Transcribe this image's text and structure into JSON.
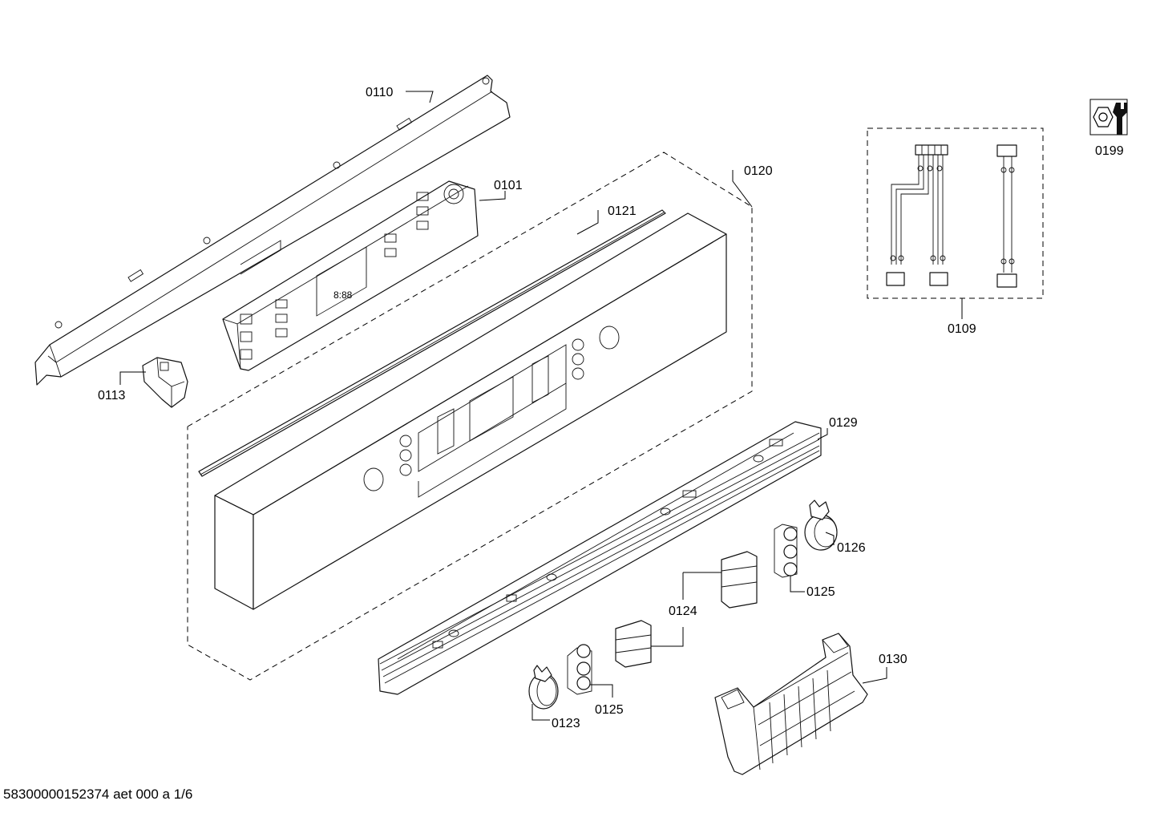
{
  "diagram": {
    "labels": {
      "p0110": "0110",
      "p0101": "0101",
      "p0120": "0120",
      "p0121": "0121",
      "p0113": "0113",
      "p0109": "0109",
      "p0199": "0199",
      "p0129": "0129",
      "p0126": "0126",
      "p0125a": "0125",
      "p0124": "0124",
      "p0125b": "0125",
      "p0123": "0123",
      "p0130": "0130"
    },
    "icons": {
      "service_kit": "wrench-nut-icon"
    }
  },
  "footer": {
    "document_id": "58300000152374 aet 000 a 1/6"
  }
}
